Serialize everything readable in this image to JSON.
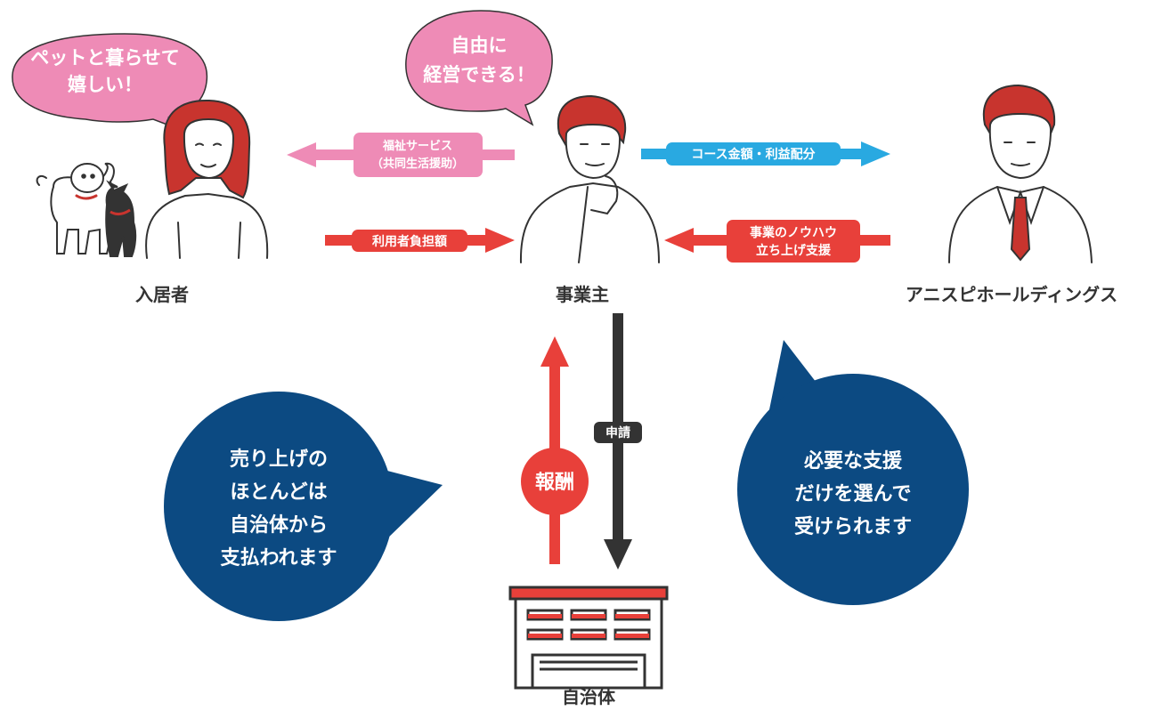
{
  "actors": {
    "resident": "入居者",
    "owner": "事業主",
    "company": "アニスピホールディングス",
    "municipality": "自治体"
  },
  "speech": {
    "resident": [
      "ペットと暮らせて",
      "嬉しい！"
    ],
    "owner": [
      "自由に",
      "経営できる！"
    ]
  },
  "flows": {
    "welfare": [
      "福祉サービス",
      "（共同生活援助）"
    ],
    "user_fee": "利用者負担額",
    "course": "コース金額・利益配分",
    "knowhow": [
      "事業のノウハウ",
      "立ち上げ支援"
    ],
    "application": "申請",
    "reward": "報酬"
  },
  "callouts": {
    "left": [
      "売り上げの",
      "ほとんどは",
      "自治体から",
      "支払われます"
    ],
    "right": [
      "必要な支援",
      "だけを選んで",
      "受けられます"
    ]
  },
  "colors": {
    "pink": "#ee8bb6",
    "blue": "#29a9e1",
    "red": "#e8403a",
    "navy": "#0c4a82",
    "dark": "#333333"
  }
}
